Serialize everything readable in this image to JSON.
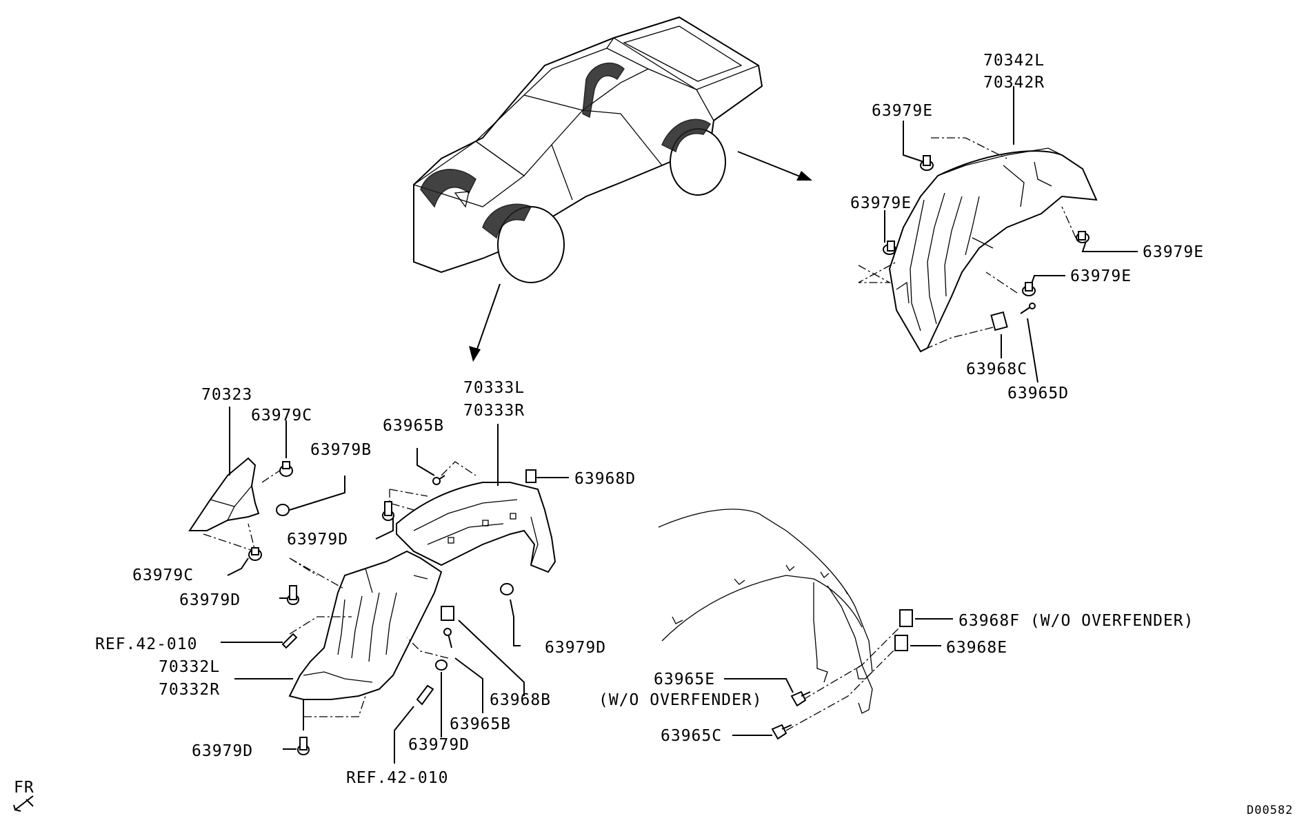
{
  "callouts": {
    "rear_upper_l": "70342L",
    "rear_upper_r": "70342R",
    "rear_clip_a": "63979E",
    "rear_clip_b": "63979E",
    "rear_clip_c": "63979E",
    "rear_clip_d": "63979E",
    "rear_nut": "63968C",
    "rear_screw": "63965D",
    "front_bracket": "70323",
    "front_clip_c1": "63979C",
    "front_clip_b": "63979B",
    "front_clip_c2": "63979C",
    "front_upper_l": "70333L",
    "front_upper_r": "70333R",
    "front_screw_b": "63965B",
    "front_nut_d": "63968D",
    "front_clip_d1": "63979D",
    "front_clip_d2": "63979D",
    "front_clip_d3": "63979D",
    "front_clip_d4": "63979D",
    "front_clip_d5": "63979D",
    "ref_1": "REF.42-010",
    "ref_2": "REF.42-010",
    "front_lower_l": "70332L",
    "front_lower_r": "70332R",
    "front_nut_b": "63968B",
    "front_screw_b2": "63965B",
    "fender_nut_f": "63968F (W/O OVERFENDER)",
    "fender_nut_e": "63968E",
    "fender_screw_e": "63965E",
    "fender_screw_e_note": "(W/O OVERFENDER)",
    "fender_screw_c": "63965C"
  },
  "direction_label": "FR",
  "figure_code": "D00582"
}
